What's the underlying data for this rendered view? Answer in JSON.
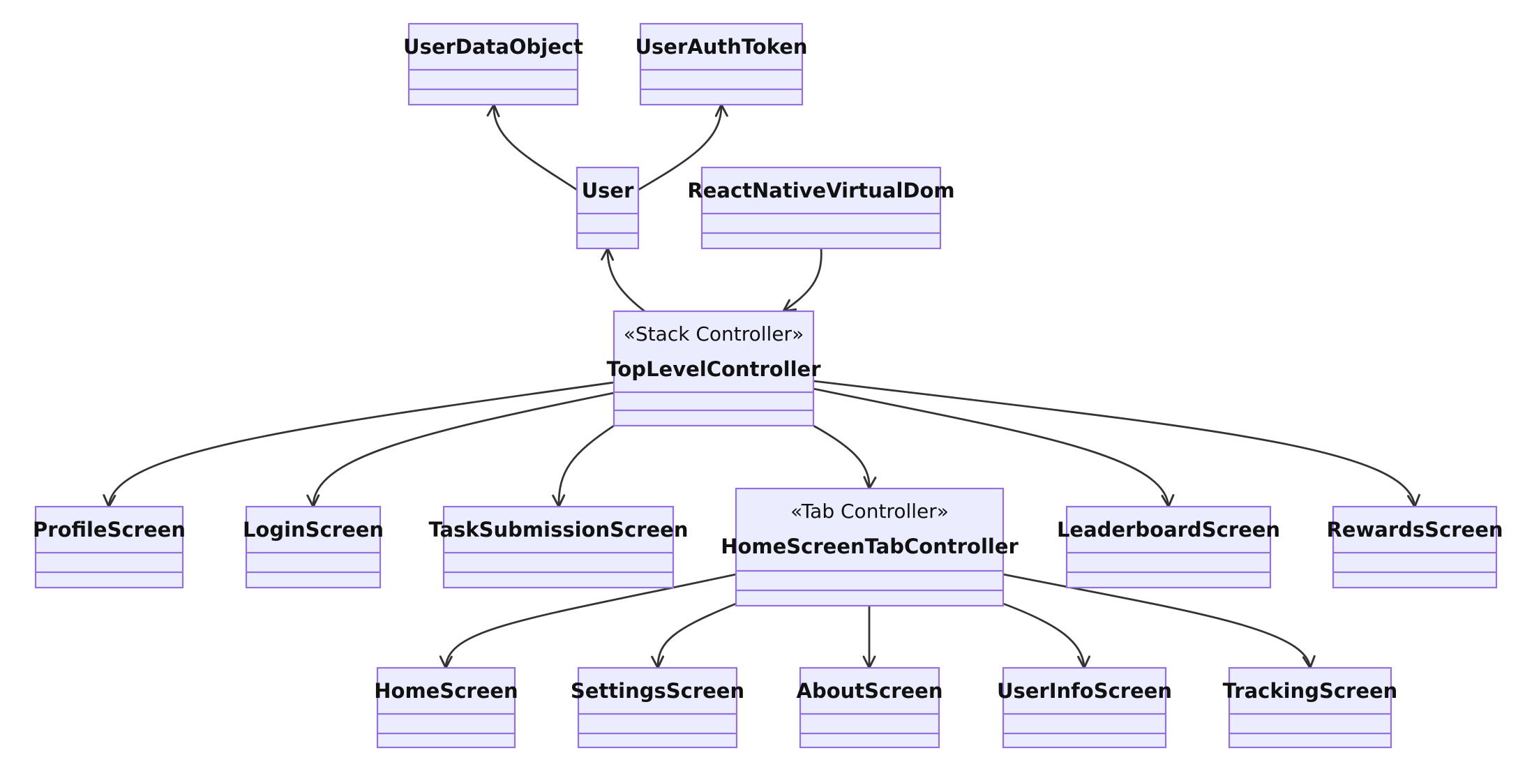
{
  "diagram": {
    "classes": [
      {
        "id": "UserDataObject",
        "name": "UserDataObject",
        "stereotype": ""
      },
      {
        "id": "UserAuthToken",
        "name": "UserAuthToken",
        "stereotype": ""
      },
      {
        "id": "User",
        "name": "User",
        "stereotype": ""
      },
      {
        "id": "ReactNativeVirtualDom",
        "name": "ReactNativeVirtualDom",
        "stereotype": ""
      },
      {
        "id": "TopLevelController",
        "name": "TopLevelController",
        "stereotype": "«Stack Controller»"
      },
      {
        "id": "ProfileScreen",
        "name": "ProfileScreen",
        "stereotype": ""
      },
      {
        "id": "LoginScreen",
        "name": "LoginScreen",
        "stereotype": ""
      },
      {
        "id": "TaskSubmissionScreen",
        "name": "TaskSubmissionScreen",
        "stereotype": ""
      },
      {
        "id": "HomeScreenTabController",
        "name": "HomeScreenTabController",
        "stereotype": "«Tab Controller»"
      },
      {
        "id": "LeaderboardScreen",
        "name": "LeaderboardScreen",
        "stereotype": ""
      },
      {
        "id": "RewardsScreen",
        "name": "RewardsScreen",
        "stereotype": ""
      },
      {
        "id": "HomeScreen",
        "name": "HomeScreen",
        "stereotype": ""
      },
      {
        "id": "SettingsScreen",
        "name": "SettingsScreen",
        "stereotype": ""
      },
      {
        "id": "AboutScreen",
        "name": "AboutScreen",
        "stereotype": ""
      },
      {
        "id": "UserInfoScreen",
        "name": "UserInfoScreen",
        "stereotype": ""
      },
      {
        "id": "TrackingScreen",
        "name": "TrackingScreen",
        "stereotype": ""
      }
    ],
    "relations": [
      {
        "from": "User",
        "to": "UserDataObject"
      },
      {
        "from": "User",
        "to": "UserAuthToken"
      },
      {
        "from": "TopLevelController",
        "to": "User"
      },
      {
        "from": "ReactNativeVirtualDom",
        "to": "TopLevelController"
      },
      {
        "from": "TopLevelController",
        "to": "ProfileScreen"
      },
      {
        "from": "TopLevelController",
        "to": "LoginScreen"
      },
      {
        "from": "TopLevelController",
        "to": "TaskSubmissionScreen"
      },
      {
        "from": "TopLevelController",
        "to": "HomeScreenTabController"
      },
      {
        "from": "TopLevelController",
        "to": "LeaderboardScreen"
      },
      {
        "from": "TopLevelController",
        "to": "RewardsScreen"
      },
      {
        "from": "HomeScreenTabController",
        "to": "HomeScreen"
      },
      {
        "from": "HomeScreenTabController",
        "to": "SettingsScreen"
      },
      {
        "from": "HomeScreenTabController",
        "to": "AboutScreen"
      },
      {
        "from": "HomeScreenTabController",
        "to": "UserInfoScreen"
      },
      {
        "from": "HomeScreenTabController",
        "to": "TrackingScreen"
      }
    ],
    "colors": {
      "fill": "#ECECFF",
      "border": "#9370DB",
      "edge": "#333333",
      "text": "#111111"
    }
  }
}
